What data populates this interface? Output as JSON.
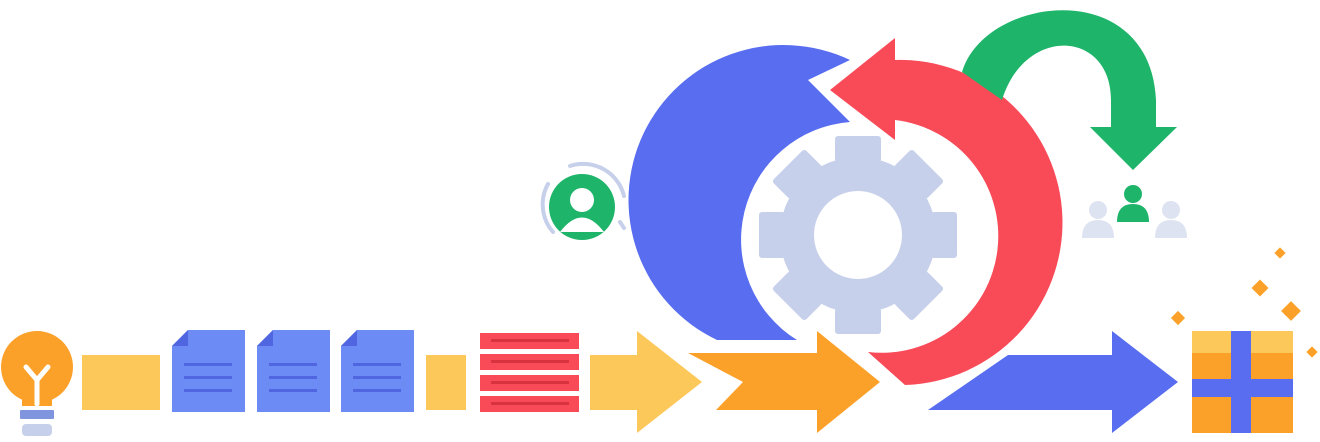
{
  "colors": {
    "yellow": "#FDC85A",
    "orange": "#FBA129",
    "blue": "#586DEF",
    "doc_blue": "#6C8BF5",
    "doc_fold": "#4F66E0",
    "red": "#F94A58",
    "red_dark": "#D9323F",
    "green": "#1EB46A",
    "gear": "#C7D0EA",
    "grey": "#DDE3F1"
  },
  "icons": {
    "idea": "lightbulb-icon",
    "document": "document-icon",
    "backlog": "backlog-list-icon",
    "owner": "product-owner-icon",
    "cycle": "sprint-cycle-icon",
    "gear": "gear-icon",
    "review": "review-arrow-icon",
    "team": "team-icon",
    "release": "gift-box-icon",
    "sparkle": "sparkle-icon"
  },
  "flow": {
    "steps": [
      "idea",
      "requirements",
      "backlog",
      "sprint",
      "increment",
      "release"
    ]
  }
}
